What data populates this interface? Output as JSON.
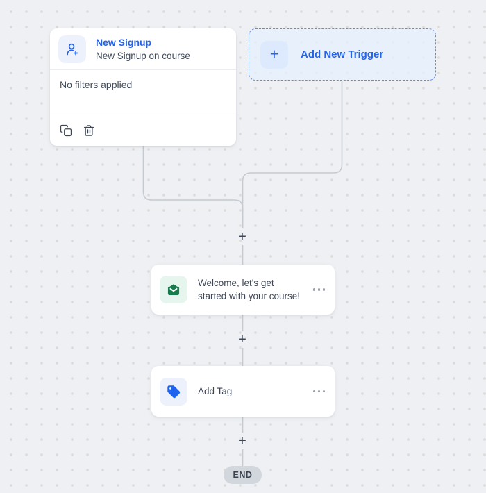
{
  "colors": {
    "accent_blue": "#2563eb",
    "icon_blue_bg": "#edf1fc",
    "trigger_border": "#5b8bea",
    "trigger_icon_bg": "#dde9fc",
    "green_icon": "#177b4c",
    "green_icon_bg": "#e6f6ee",
    "text_dark": "#3e4656",
    "wire_gray": "#c5c9d0",
    "end_bg": "#d2d6dd",
    "tag_blue": "#1d63ed",
    "canvas_bg": "#eef0f3"
  },
  "trigger_card": {
    "title": "New Signup",
    "subtitle": "New Signup on course",
    "filters_text": "No filters applied",
    "icon": "user-plus-icon",
    "actions": {
      "duplicate": "duplicate-icon",
      "delete": "trash-icon"
    }
  },
  "add_trigger": {
    "label": "Add New Trigger",
    "plus_glyph": "+"
  },
  "connector_plus_glyph": "+",
  "nodes": [
    {
      "id": "email-step",
      "icon": "mail-open-icon",
      "label": "Welcome, let's get started with your course!",
      "menu": "more-options-icon"
    },
    {
      "id": "add-tag-step",
      "icon": "tag-icon",
      "label": "Add Tag",
      "menu": "more-options-icon"
    }
  ],
  "end_label": "END"
}
